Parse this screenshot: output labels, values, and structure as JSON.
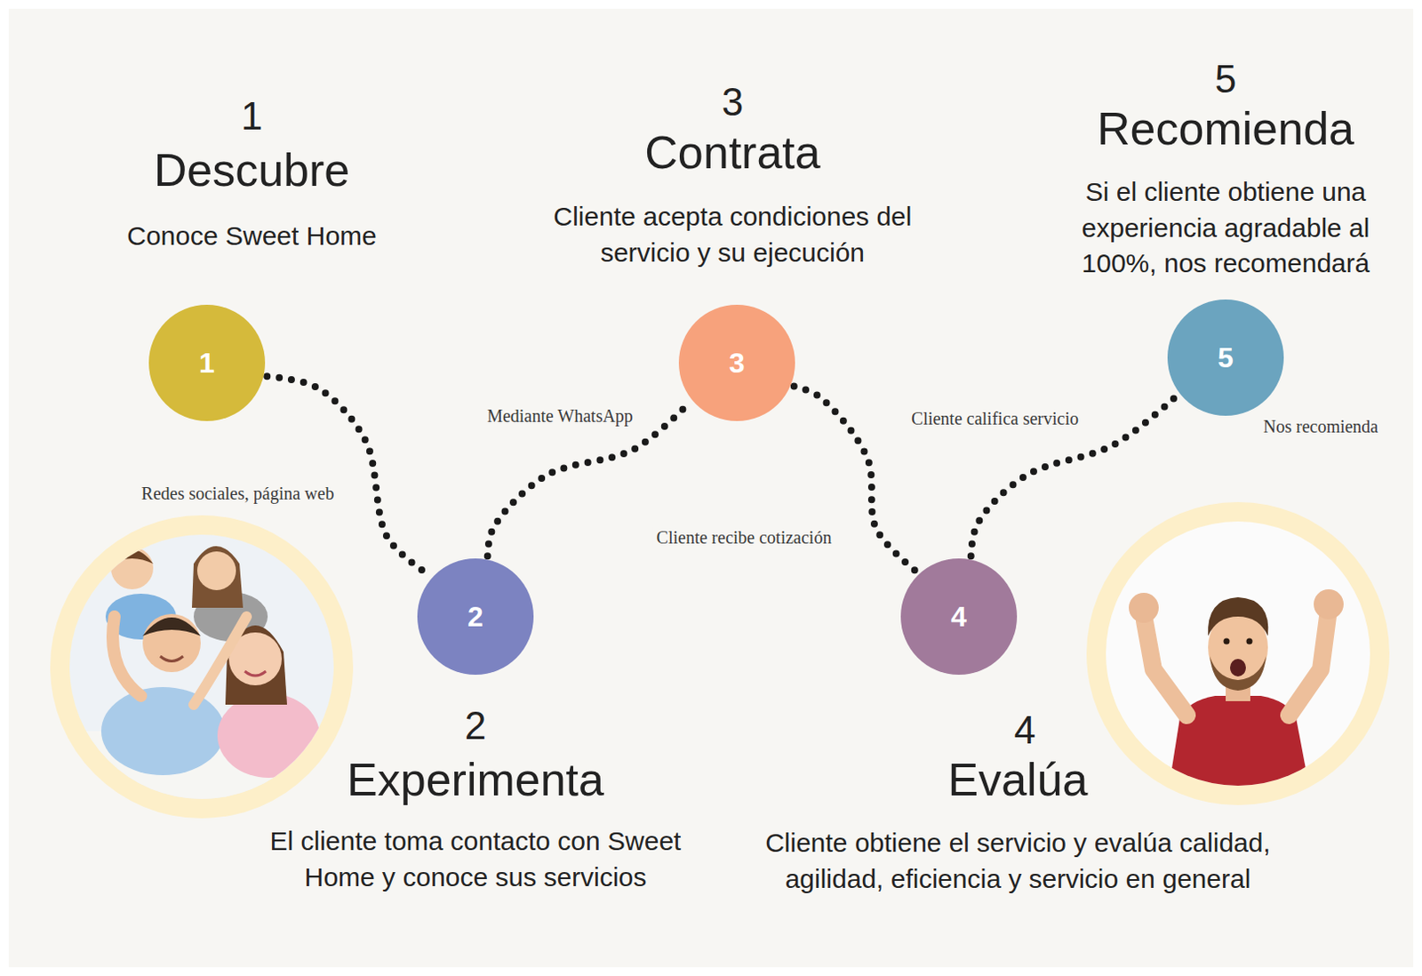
{
  "diagram": {
    "nodes": [
      {
        "text": [
          "1"
        ]
      },
      {
        "text": [
          "2"
        ]
      },
      {
        "text": [
          "3"
        ]
      },
      {
        "text": [
          "4"
        ]
      },
      {
        "text": [
          "5"
        ]
      }
    ],
    "edges": [
      {
        "from": 0,
        "to": 1,
        "arrow": "none",
        "label": "Redes sociales, página web"
      },
      {
        "from": 1,
        "to": 2,
        "arrow": "none",
        "label": "Mediante WhatsApp"
      },
      {
        "from": 2,
        "to": 3,
        "arrow": "none",
        "label": "Cliente recibe cotización"
      },
      {
        "from": 3,
        "to": 4,
        "arrow": "none",
        "label": "Cliente califica servicio"
      }
    ],
    "labels": [
      "1",
      "Descubre",
      "Conoce Sweet Home",
      "3",
      "Contrata",
      "Cliente acepta condiciones del servicio y su ejecución",
      "5",
      "Recomienda",
      "Si el cliente obtiene una experiencia agradable al 100%, nos recomendará",
      "Nos recomienda",
      "2",
      "Experimenta",
      "El cliente toma contacto con Sweet Home y conoce sus servicios",
      "4",
      "Evalúa",
      "Cliente obtiene el servicio y evalúa calidad, agilidad, eficiencia y servicio en general"
    ]
  }
}
